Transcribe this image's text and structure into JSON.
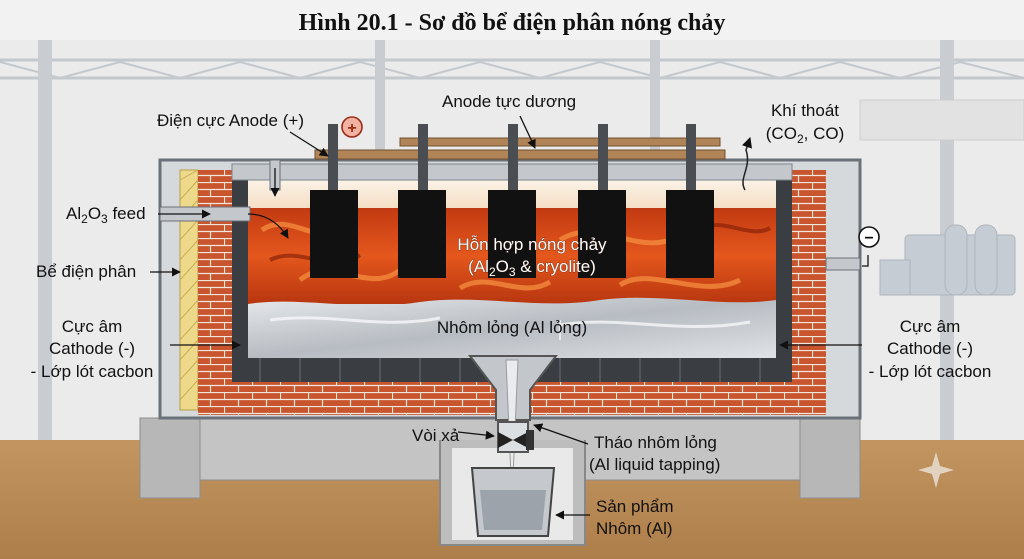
{
  "title": "Hình 20.1 - Sơ đồ bể điện phân nóng chảy",
  "colors": {
    "melt": "#d4471a",
    "aluminium": "#c9ccd1",
    "brick": "#c8552e",
    "anode": "#1a1a1a",
    "soil": "#b98a55",
    "steel": "#8f979f"
  },
  "labels": {
    "anode_electrode": "Điện cực Anode (+)",
    "plus_sign": "+",
    "anode_rod": "Anode tực dương",
    "gas_line1": "Khí thoát",
    "gas_line2_a": "(CO",
    "gas_line2_sub": "2",
    "gas_line2_b": ", CO)",
    "feed_a": "Al",
    "feed_sub1": "2",
    "feed_b": "O",
    "feed_sub2": "3",
    "feed_c": " feed",
    "tank": "Bể điện phân",
    "melt_line1": "Hỗn hợp nóng chảy",
    "melt_line2_a": "(Al",
    "melt_line2_sub1": "2",
    "melt_line2_b": "O",
    "melt_line2_sub2": "3",
    "melt_line2_c": " & cryolite)",
    "minus_sign": "−",
    "al_liquid": "Nhôm lỏng (Al lỏng)",
    "cathode_left_1": "Cực âm",
    "cathode_left_2": "Cathode (-)",
    "cathode_left_3": "- Lớp lót cacbon",
    "cathode_right_1": "Cực âm",
    "cathode_right_2": "Cathode (-)",
    "cathode_right_3": "- Lớp lót cacbon",
    "valve": "Vòi xả",
    "tapping_1": "Tháo nhôm lỏng",
    "tapping_2": "(Al liquid tapping)",
    "product_1": "Sản phẩm",
    "product_2": "Nhôm (Al)"
  }
}
